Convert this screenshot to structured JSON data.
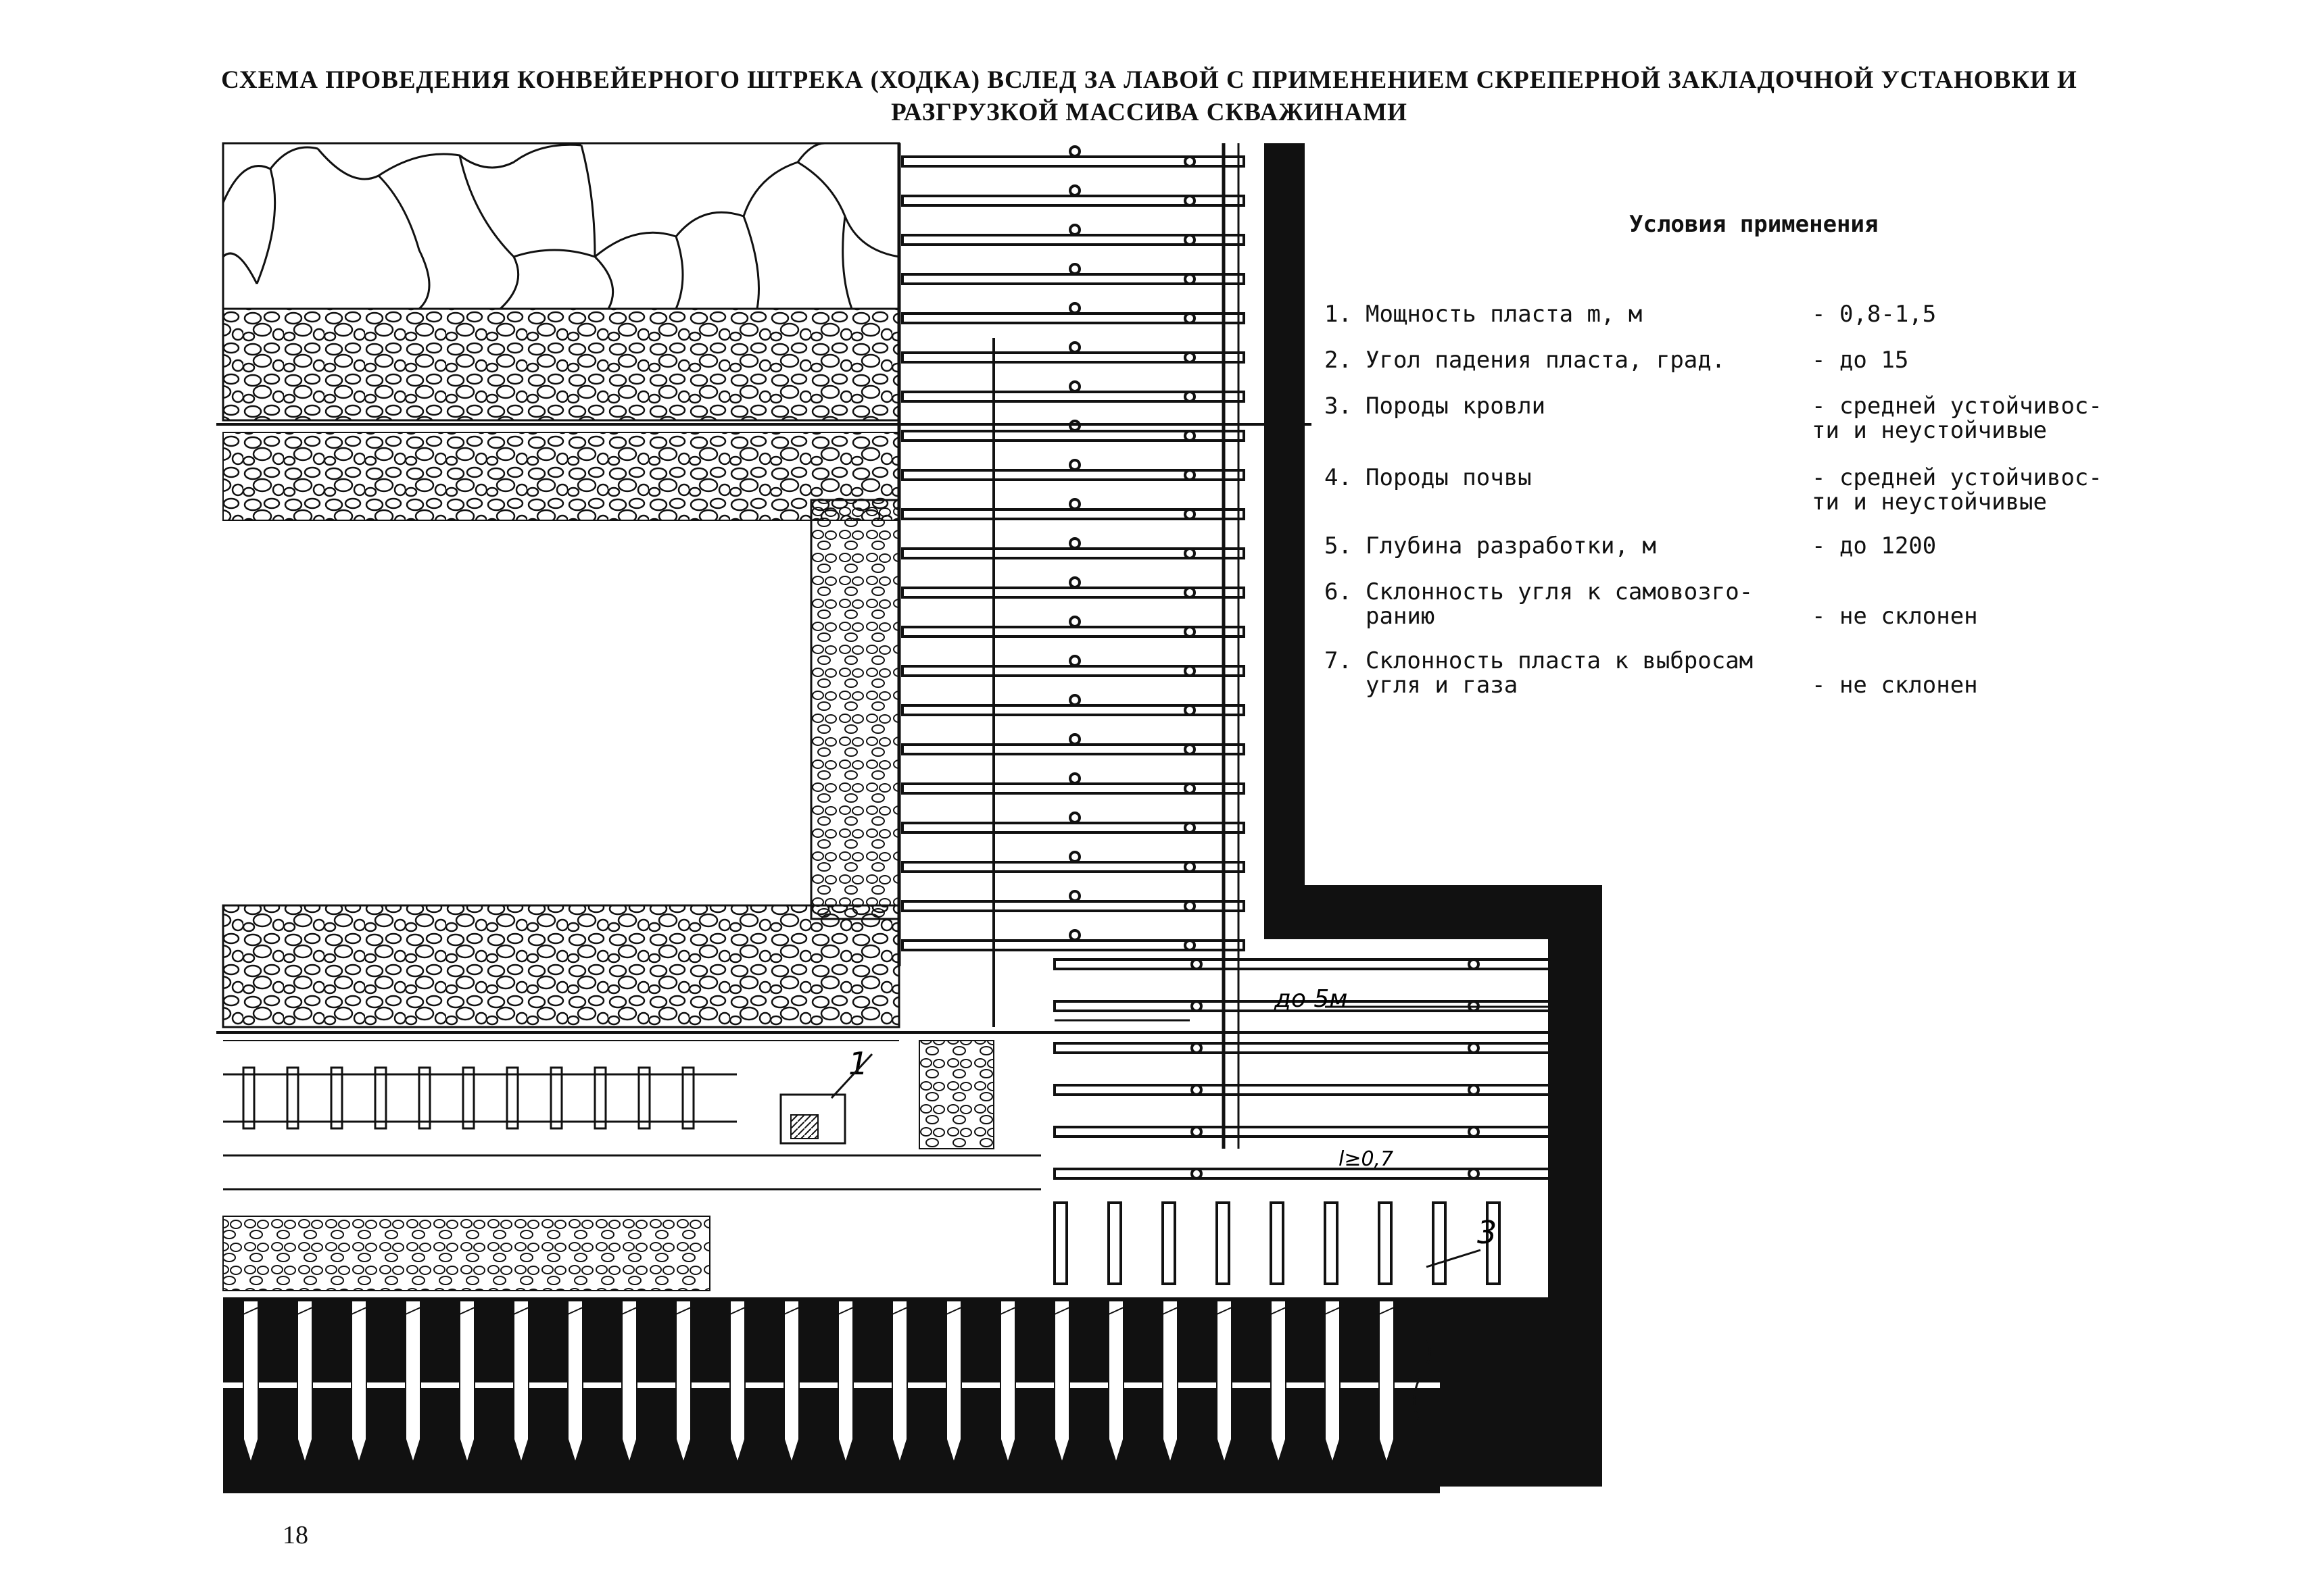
{
  "title": "СХЕМА ПРОВЕДЕНИЯ КОНВЕЙЕРНОГО ШТРЕКА (ХОДКА) ВСЛЕД ЗА ЛАВОЙ С ПРИМЕНЕНИЕМ СКРЕПЕРНОЙ ЗАКЛАДОЧНОЙ УСТАНОВКИ И РАЗГРУЗКОЙ МАССИВА СКВАЖИНАМИ",
  "conditions": {
    "heading": "Условия применения",
    "items": [
      {
        "num": "1.",
        "label": "Мощность пласта m, м",
        "value": "- 0,8-1,5"
      },
      {
        "num": "2.",
        "label": "Угол падения пласта, град.",
        "value": "- до 15"
      },
      {
        "num": "3.",
        "label": "Породы кровли",
        "value": "- средней устойчивос-\n  ти и неустойчивые"
      },
      {
        "num": "4.",
        "label": "Породы почвы",
        "value": "- средней устойчивос-\n  ти и неустойчивые"
      },
      {
        "num": "5.",
        "label": "Глубина разработки, м",
        "value": "- до 1200"
      },
      {
        "num": "6.",
        "label": "Склонность угля к самовозго-\nранию",
        "value": "- не склонен"
      },
      {
        "num": "7.",
        "label": "Склонность пласта к выбросам\nугля и газа",
        "value": "- не склонен"
      }
    ]
  },
  "labels": {
    "dim_length": "до 5м",
    "dim_spacing": "l≥0,7",
    "callout_1": "1",
    "callout_3": "3"
  },
  "page_number": "18",
  "colors": {
    "ink": "#111111",
    "paper": "#ffffff"
  }
}
